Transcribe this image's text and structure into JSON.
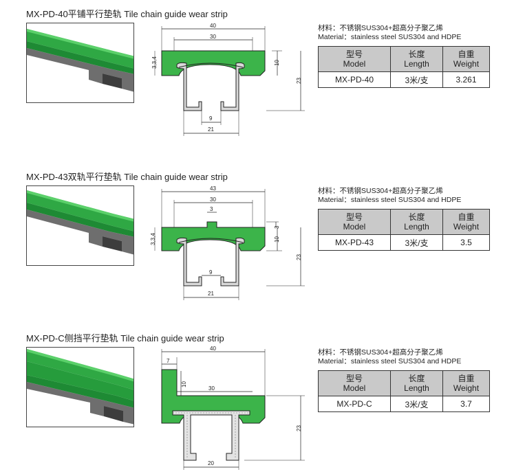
{
  "sections": [
    {
      "title": "MX-PD-40平铺平行垫轨  Tile chain guide wear strip",
      "material_cn": "材料：不锈钢SUS304+超高分子聚乙烯",
      "material_en": "Material：stainless steel SUS304 and HDPE",
      "table": {
        "h1a": "型号",
        "h1b": "Model",
        "h2a": "长度",
        "h2b": "Length",
        "h3a": "自重",
        "h3b": "Weight",
        "model": "MX-PD-40",
        "length": "3米/支",
        "weight": "3.261"
      },
      "dims": {
        "d40": "40",
        "d30": "30",
        "d34": "3,3,4",
        "d10": "10",
        "d23": "23",
        "d9": "9",
        "d21": "21"
      }
    },
    {
      "title": "MX-PD-43双轨平行垫轨  Tile chain guide wear strip",
      "material_cn": "材料：不锈钢SUS304+超高分子聚乙烯",
      "material_en": "Material：stainless steel SUS304 and HDPE",
      "table": {
        "h1a": "型号",
        "h1b": "Model",
        "h2a": "长度",
        "h2b": "Length",
        "h3a": "自重",
        "h3b": "Weight",
        "model": "MX-PD-43",
        "length": "3米/支",
        "weight": "3.5"
      },
      "dims": {
        "d43": "43",
        "d30": "30",
        "d3": "3",
        "d3r": "3",
        "d34": "3,3,4",
        "d10": "10",
        "d23": "23",
        "d9": "9",
        "d21": "21"
      }
    },
    {
      "title": "MX-PD-C侧挡平行垫轨  Tile chain guide wear strip",
      "material_cn": "材料：不锈钢SUS304+超高分子聚乙烯",
      "material_en": "Material：stainless steel SUS304 and HDPE",
      "table": {
        "h1a": "型号",
        "h1b": "Model",
        "h2a": "长度",
        "h2b": "Length",
        "h3a": "自重",
        "h3b": "Weight",
        "model": "MX-PD-C",
        "length": "3米/支",
        "weight": "3.7"
      },
      "dims": {
        "d40": "40",
        "d7": "7",
        "d10": "10",
        "d30": "30",
        "d23": "23",
        "d20": "20"
      }
    }
  ],
  "colors": {
    "hdpe_green": "#3cb44a",
    "steel": "#8a8a8a",
    "header_gray": "#c9c9c9"
  }
}
